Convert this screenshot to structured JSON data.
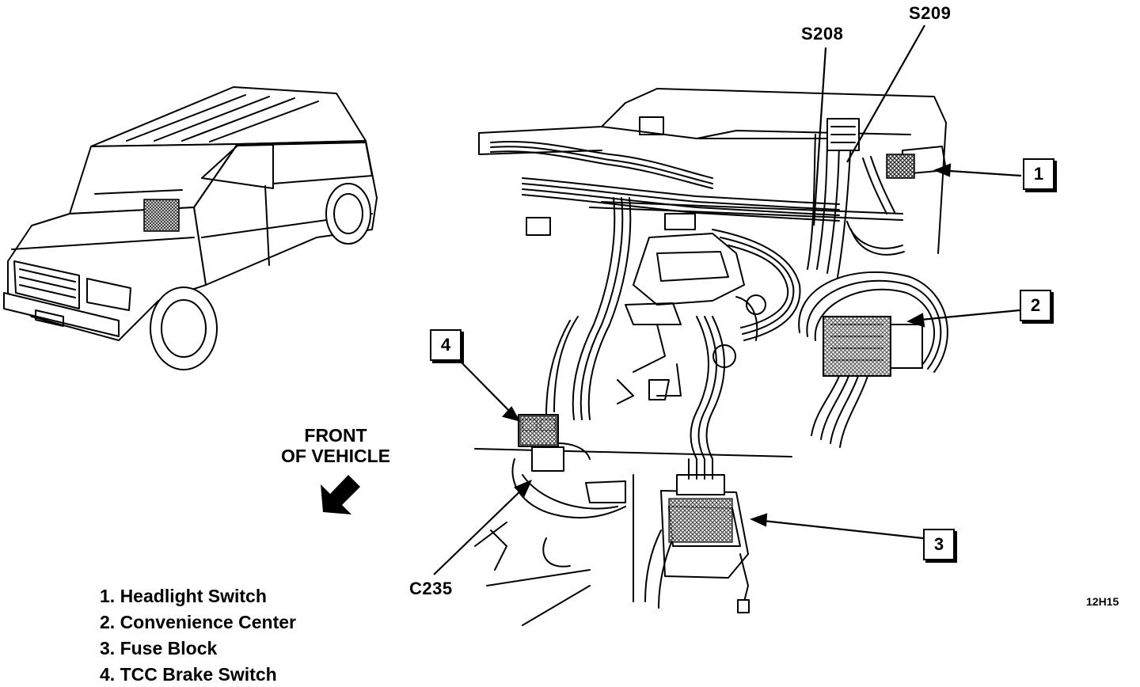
{
  "labels": {
    "s208": "S208",
    "s209": "S209",
    "c235": "C235",
    "front_line1": "FRONT",
    "front_line2": "OF  VEHICLE",
    "figure_code": "12H15"
  },
  "callouts": [
    "1",
    "2",
    "3",
    "4"
  ],
  "legend": [
    "1. Headlight Switch",
    "2. Convenience Center",
    "3. Fuse Block",
    "4. TCC Brake Switch"
  ],
  "colors": {
    "ink": "#000000",
    "paper": "#ffffff",
    "highlight_hatch": "#555555"
  },
  "icons": {
    "front_arrow": "arrow-down-left-icon"
  }
}
